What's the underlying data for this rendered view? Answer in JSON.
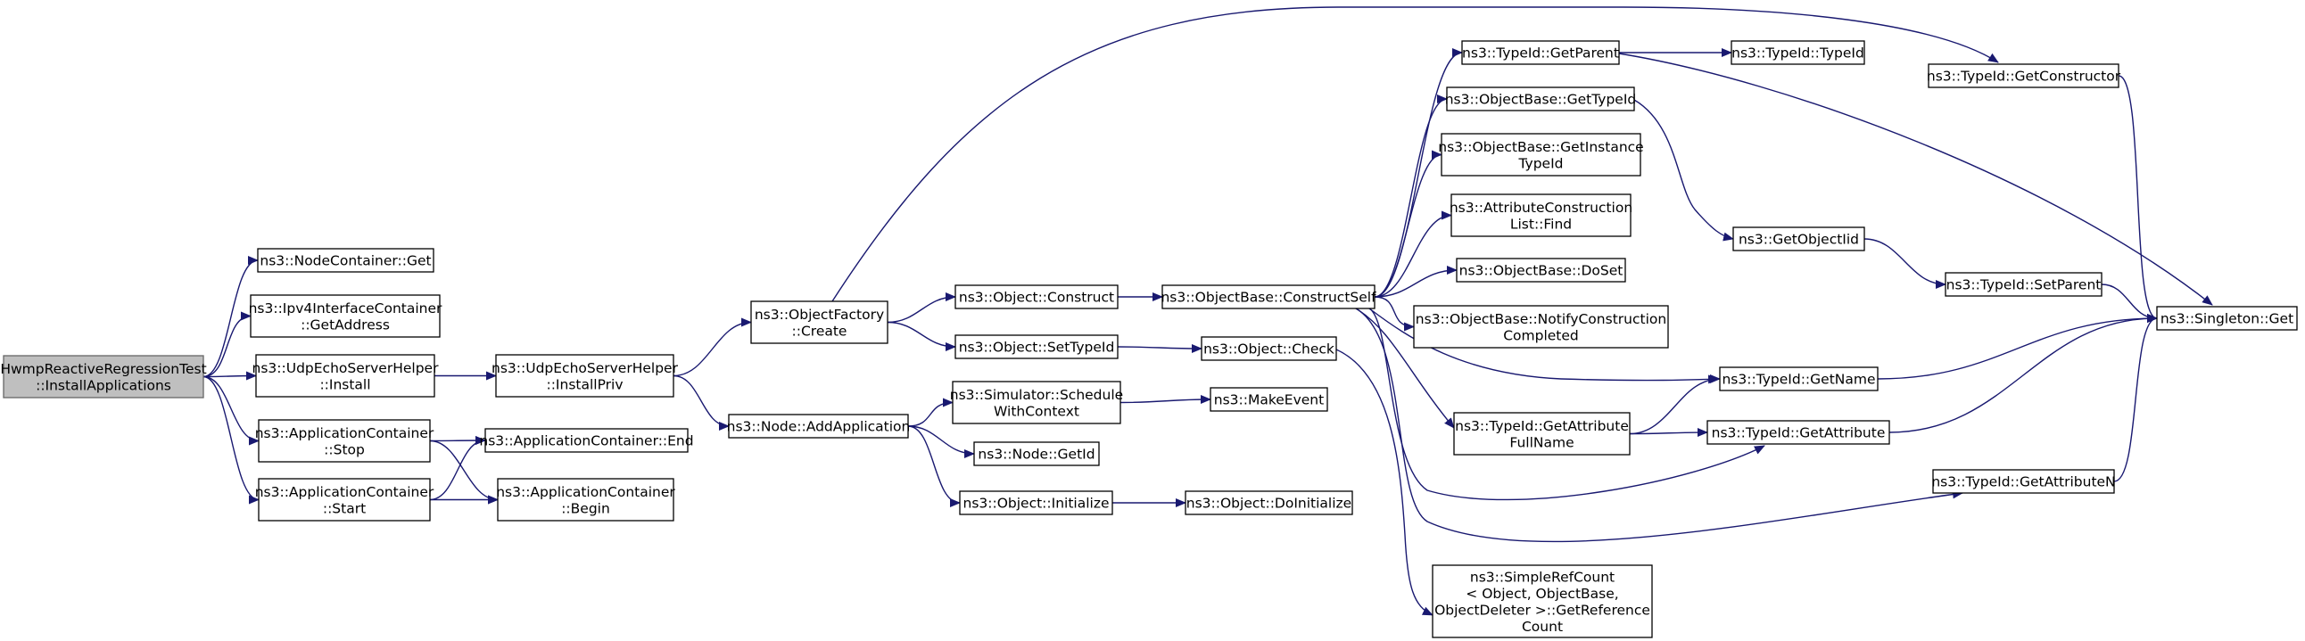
{
  "graph": {
    "edge_color": "#191970",
    "root_fill": "#bfbfbf",
    "nodes": [
      {
        "id": "root",
        "lines": [
          "HwmpReactiveRegressionTest",
          "::InstallApplications"
        ],
        "root": true
      },
      {
        "id": "nc_get",
        "lines": [
          "ns3::NodeContainer::Get"
        ]
      },
      {
        "id": "ipv4_getaddr",
        "lines": [
          "ns3::Ipv4InterfaceContainer",
          "::GetAddress"
        ]
      },
      {
        "id": "udp_install",
        "lines": [
          "ns3::UdpEchoServerHelper",
          "::Install"
        ]
      },
      {
        "id": "ac_stop",
        "lines": [
          "ns3::ApplicationContainer",
          "::Stop"
        ]
      },
      {
        "id": "ac_start",
        "lines": [
          "ns3::ApplicationContainer",
          "::Start"
        ]
      },
      {
        "id": "udp_installpriv",
        "lines": [
          "ns3::UdpEchoServerHelper",
          "::InstallPriv"
        ]
      },
      {
        "id": "ac_end",
        "lines": [
          "ns3::ApplicationContainer::End"
        ]
      },
      {
        "id": "ac_begin",
        "lines": [
          "ns3::ApplicationContainer",
          "::Begin"
        ]
      },
      {
        "id": "of_create",
        "lines": [
          "ns3::ObjectFactory",
          "::Create"
        ]
      },
      {
        "id": "node_addapp",
        "lines": [
          "ns3::Node::AddApplication"
        ]
      },
      {
        "id": "obj_construct",
        "lines": [
          "ns3::Object::Construct"
        ]
      },
      {
        "id": "obj_settypeid",
        "lines": [
          "ns3::Object::SetTypeId"
        ]
      },
      {
        "id": "sim_schedule",
        "lines": [
          "ns3::Simulator::Schedule",
          "WithContext"
        ]
      },
      {
        "id": "node_getid",
        "lines": [
          "ns3::Node::GetId"
        ]
      },
      {
        "id": "obj_initialize",
        "lines": [
          "ns3::Object::Initialize"
        ]
      },
      {
        "id": "ob_constructself",
        "lines": [
          "ns3::ObjectBase::ConstructSelf"
        ]
      },
      {
        "id": "obj_check",
        "lines": [
          "ns3::Object::Check"
        ]
      },
      {
        "id": "makeevent",
        "lines": [
          "ns3::MakeEvent"
        ]
      },
      {
        "id": "obj_doinitialize",
        "lines": [
          "ns3::Object::DoInitialize"
        ]
      },
      {
        "id": "tid_getparent",
        "lines": [
          "ns3::TypeId::GetParent"
        ]
      },
      {
        "id": "ob_gettypeid",
        "lines": [
          "ns3::ObjectBase::GetTypeId"
        ]
      },
      {
        "id": "ob_getinstance",
        "lines": [
          "ns3::ObjectBase::GetInstance",
          "TypeId"
        ]
      },
      {
        "id": "acl_find",
        "lines": [
          "ns3::AttributeConstruction",
          "List::Find"
        ]
      },
      {
        "id": "ob_doset",
        "lines": [
          "ns3::ObjectBase::DoSet"
        ]
      },
      {
        "id": "ob_notify",
        "lines": [
          "ns3::ObjectBase::NotifyConstruction",
          "Completed"
        ]
      },
      {
        "id": "tid_getattrfullname",
        "lines": [
          "ns3::TypeId::GetAttribute",
          "FullName"
        ]
      },
      {
        "id": "simplerefcount",
        "lines": [
          "ns3::SimpleRefCount",
          "< Object, ObjectBase,",
          " ObjectDeleter >::GetReference",
          "Count"
        ]
      },
      {
        "id": "tid_typeid",
        "lines": [
          "ns3::TypeId::TypeId"
        ]
      },
      {
        "id": "getobjectiid",
        "lines": [
          "ns3::GetObjectIid"
        ]
      },
      {
        "id": "tid_getname",
        "lines": [
          "ns3::TypeId::GetName"
        ]
      },
      {
        "id": "tid_getattribute",
        "lines": [
          "ns3::TypeId::GetAttribute"
        ]
      },
      {
        "id": "tid_getconstructor",
        "lines": [
          "ns3::TypeId::GetConstructor"
        ]
      },
      {
        "id": "tid_setparent",
        "lines": [
          "ns3::TypeId::SetParent"
        ]
      },
      {
        "id": "tid_getattributen",
        "lines": [
          "ns3::TypeId::GetAttributeN"
        ]
      },
      {
        "id": "singleton_get",
        "lines": [
          "ns3::Singleton::Get"
        ]
      }
    ],
    "edges": [
      [
        "root",
        "nc_get"
      ],
      [
        "root",
        "ipv4_getaddr"
      ],
      [
        "root",
        "udp_install"
      ],
      [
        "root",
        "ac_stop"
      ],
      [
        "root",
        "ac_start"
      ],
      [
        "udp_install",
        "udp_installpriv"
      ],
      [
        "ac_stop",
        "ac_end"
      ],
      [
        "ac_stop",
        "ac_begin"
      ],
      [
        "ac_start",
        "ac_end"
      ],
      [
        "ac_start",
        "ac_begin"
      ],
      [
        "udp_installpriv",
        "of_create"
      ],
      [
        "udp_installpriv",
        "node_addapp"
      ],
      [
        "of_create",
        "obj_construct"
      ],
      [
        "of_create",
        "obj_settypeid"
      ],
      [
        "of_create",
        "tid_getconstructor"
      ],
      [
        "node_addapp",
        "sim_schedule"
      ],
      [
        "node_addapp",
        "node_getid"
      ],
      [
        "node_addapp",
        "obj_initialize"
      ],
      [
        "obj_construct",
        "ob_constructself"
      ],
      [
        "obj_settypeid",
        "obj_check"
      ],
      [
        "sim_schedule",
        "makeevent"
      ],
      [
        "obj_initialize",
        "obj_doinitialize"
      ],
      [
        "ob_constructself",
        "tid_getparent"
      ],
      [
        "ob_constructself",
        "ob_gettypeid"
      ],
      [
        "ob_constructself",
        "ob_getinstance"
      ],
      [
        "ob_constructself",
        "acl_find"
      ],
      [
        "ob_constructself",
        "ob_doset"
      ],
      [
        "ob_constructself",
        "ob_notify"
      ],
      [
        "ob_constructself",
        "tid_getattrfullname"
      ],
      [
        "ob_constructself",
        "tid_getname"
      ],
      [
        "ob_constructself",
        "tid_getattribute"
      ],
      [
        "ob_constructself",
        "tid_getattributen"
      ],
      [
        "obj_check",
        "simplerefcount"
      ],
      [
        "tid_getparent",
        "tid_typeid"
      ],
      [
        "tid_getparent",
        "singleton_get"
      ],
      [
        "ob_gettypeid",
        "getobjectiid"
      ],
      [
        "tid_getattrfullname",
        "tid_getname"
      ],
      [
        "tid_getattrfullname",
        "tid_getattribute"
      ],
      [
        "getobjectiid",
        "tid_setparent"
      ],
      [
        "tid_getconstructor",
        "singleton_get"
      ],
      [
        "tid_setparent",
        "singleton_get"
      ],
      [
        "tid_getname",
        "singleton_get"
      ],
      [
        "tid_getattribute",
        "singleton_get"
      ],
      [
        "tid_getattributen",
        "singleton_get"
      ]
    ]
  }
}
